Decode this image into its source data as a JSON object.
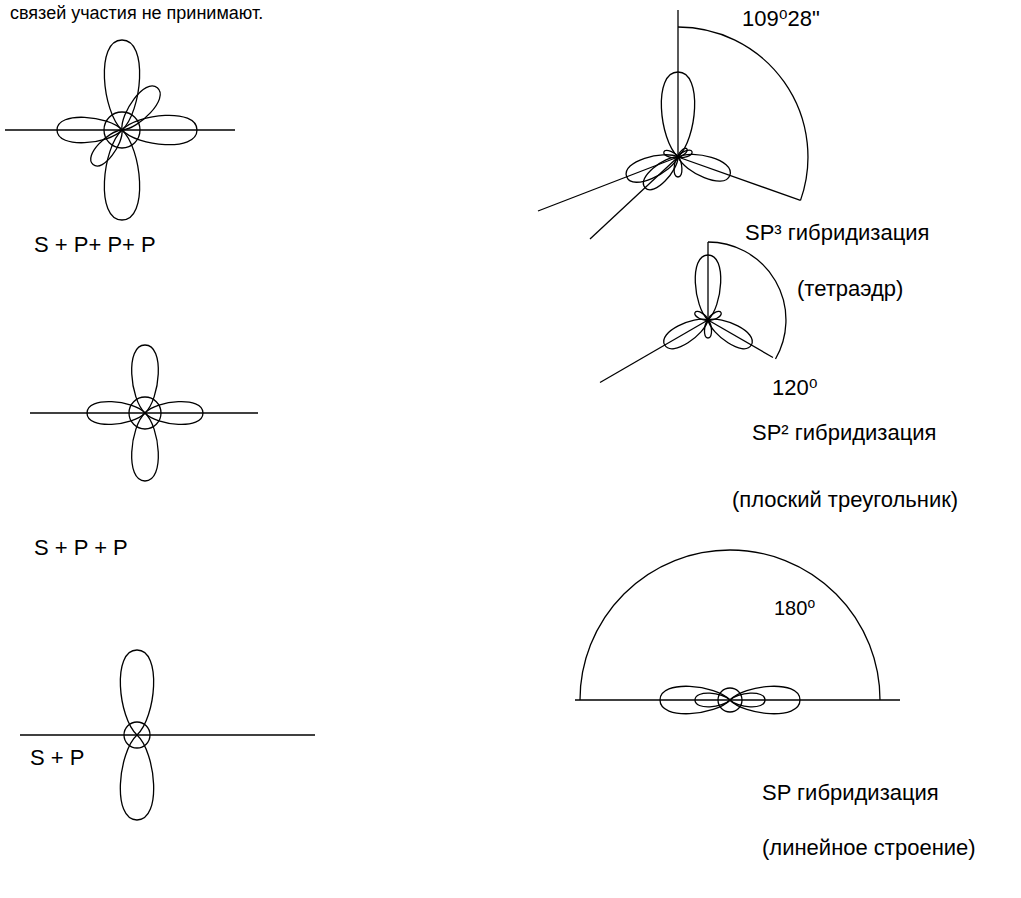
{
  "diagram": {
    "labels": [
      "связей участия не принимают.",
      "S + P+ P+ P",
      "S + P + P",
      "S + P",
      "109⁰28\"",
      "SP³ гибридизация",
      "(тетраэдр)",
      "120⁰",
      "SP² гибридизация",
      "(плоский треугольник)",
      "180⁰",
      "SP гибридизация",
      "(линейное строение)"
    ]
  }
}
